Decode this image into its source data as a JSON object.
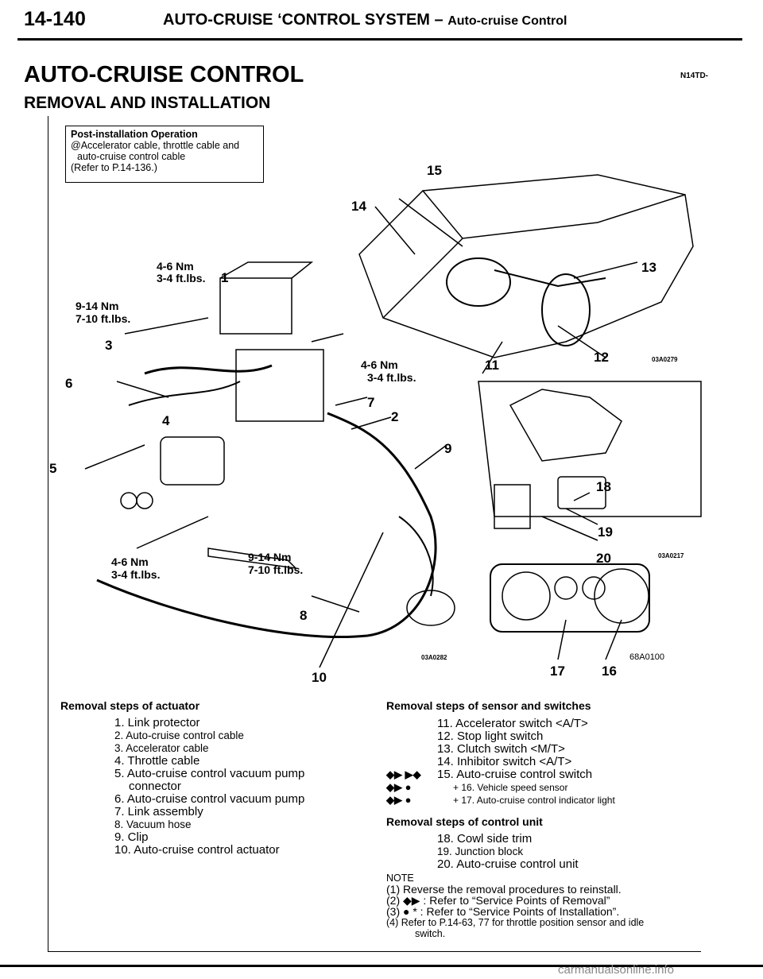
{
  "header": {
    "page_number": "14-140",
    "section_title": "AUTO-CRUISE ‘CONTROL SYSTEM",
    "section_dash": "–",
    "section_subtitle": "Auto-cruise Control"
  },
  "title": "AUTO-CRUISE CONTROL",
  "code": "N14TD-",
  "subtitle": "REMOVAL AND INSTALLATION",
  "post_install": {
    "title": "Post-installation Operation",
    "line1": "@Accelerator cable, throttle cable and",
    "line2": "auto-cruise control cable",
    "line3": "(Refer to P.14-136.)"
  },
  "diagram": {
    "torques": [
      {
        "nm": "4-6 Nm",
        "ft": "3-4 ft.lbs."
      },
      {
        "nm": "9-14 Nm",
        "ft": "7-10 ft.lbs."
      },
      {
        "nm": "4-6 Nm",
        "ft": "3-4 ft.lbs."
      },
      {
        "nm": "4-6 Nm",
        "ft": "3-4 ft.lbs."
      },
      {
        "nm": "9-14 Nm",
        "ft": "7-10 ft.lbs."
      }
    ],
    "callouts": [
      "1",
      "2",
      "3",
      "4",
      "5",
      "6",
      "7",
      "8",
      "9",
      "10",
      "11",
      "12",
      "13",
      "14",
      "15",
      "16",
      "17",
      "18",
      "19",
      "20"
    ],
    "figure_codes": [
      "03A0279",
      "03A0217",
      "03A0282",
      "68A0100"
    ]
  },
  "actuator": {
    "heading": "Removal steps of actuator",
    "items": [
      "1. Link protector",
      "2. Auto-cruise control cable",
      "3. Accelerator cable",
      "4. Throttle cable",
      "5. Auto-cruise control vacuum pump",
      "connector",
      "6. Auto-cruise control vacuum pump",
      "7. Link assembly",
      "8. Vacuum hose",
      "9. Clip",
      "10. Auto-cruise control actuator"
    ]
  },
  "sensor": {
    "heading": "Removal steps of sensor and switches",
    "items": [
      "11. Accelerator switch <A/T>",
      "12. Stop light switch",
      "13. Clutch switch <M/T>",
      "14. Inhibitor switch <A/T>",
      "15. Auto-cruise control switch",
      "+ 16. Vehicle speed sensor",
      "+ 17. Auto-cruise control indicator light"
    ],
    "marks": [
      "◆▶ ▶◆",
      "◆▶ ●",
      "◆▶ ●"
    ]
  },
  "control": {
    "heading": "Removal steps of control unit",
    "items": [
      "18. Cowl side trim",
      "19. Junction block",
      "20. Auto-cruise control unit"
    ]
  },
  "note": {
    "label": "NOTE",
    "lines": [
      "(1) Reverse the removal procedures to reinstall.",
      "(2) ◆▶ : Refer to “Service Points of Removal”",
      "(3) ● * : Refer to “Service Points of Installation”.",
      "(4) Refer to P.14-63, 77 for throttle position sensor and idle",
      "switch."
    ]
  },
  "watermark": "carmanualsonline.info"
}
